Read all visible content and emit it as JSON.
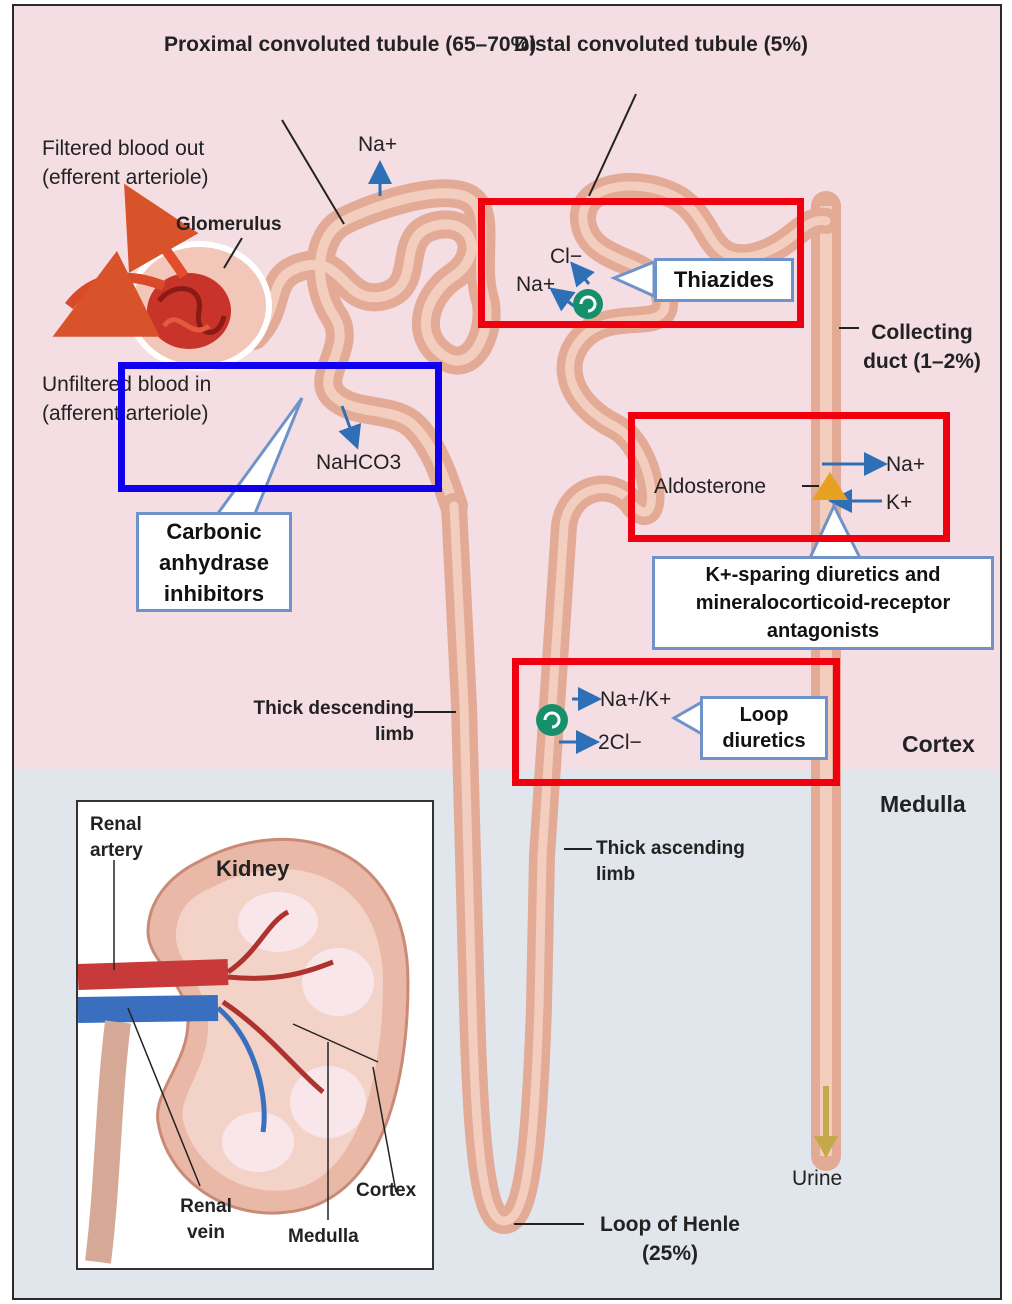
{
  "labels": {
    "proximal_tubule": "Proximal convoluted tubule (65–70%)",
    "distal_tubule": "Distal convoluted tubule (5%)",
    "filtered_blood_out": "Filtered blood out (efferent arteriole)",
    "glomerulus": "Glomerulus",
    "unfiltered_blood_in": "Unfiltered blood in (afferent arteriole)",
    "collecting_duct": "Collecting duct (1–2%)",
    "thick_descending_limb": "Thick descending limb",
    "thick_ascending_limb": "Thick ascending limb",
    "loop_of_henle": "Loop of Henle (25%)",
    "urine": "Urine",
    "cortex_region": "Cortex",
    "medulla_region": "Medulla"
  },
  "ions": {
    "na_proximal": "Na+",
    "cl_distal": "Cl−",
    "na_distal": "Na+",
    "nahco3": "NaHCO3",
    "aldosterone": "Aldosterone",
    "na_collecting": "Na+",
    "k_collecting": "K+",
    "na_k_loop": "Na+/K+",
    "two_cl_loop": "2Cl−"
  },
  "drug_classes": {
    "thiazides": "Thiazides",
    "carbonic_anhydrase": "Carbonic anhydrase inhibitors",
    "k_sparing": "K+-sparing diuretics and mineralocorticoid-receptor antagonists",
    "loop_diuretics": "Loop diuretics"
  },
  "inset": {
    "kidney": "Kidney",
    "renal_artery": "Renal artery",
    "renal_vein": "Renal vein",
    "medulla": "Medulla",
    "cortex": "Cortex"
  },
  "colors": {
    "highlight_red": "#f0000f",
    "highlight_blue": "#1100ee",
    "callout_border": "#6f93c8",
    "ion_arrow": "#2e6fb5",
    "cortex_bg": "#f4dde3",
    "medulla_bg": "#e1e6ec",
    "tubule": "#e8b49e"
  }
}
